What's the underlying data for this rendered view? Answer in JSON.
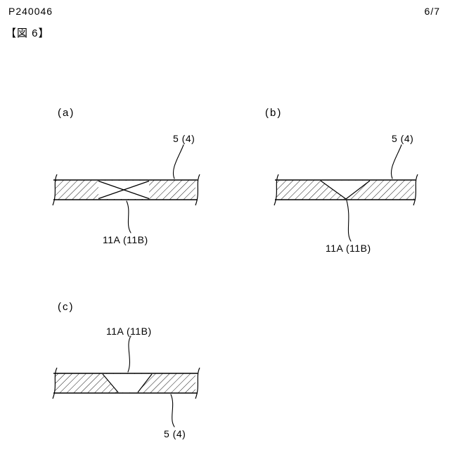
{
  "page": {
    "doc_number": "P240046",
    "page_indicator": "6/7",
    "figure_label": "【図 6】"
  },
  "figures": {
    "a": {
      "label": "(a)",
      "ref_top": "5 (4)",
      "ref_bottom": "11A (11B)"
    },
    "b": {
      "label": "(b)",
      "ref_top": "5 (4)",
      "ref_bottom": "11A (11B)"
    },
    "c": {
      "label": "(c)",
      "ref_top": "11A (11B)",
      "ref_bottom": "5 (4)"
    }
  },
  "drawing": {
    "line_color": "#000000",
    "background": "#ffffff",
    "hatch_style": "diagonal-45"
  }
}
